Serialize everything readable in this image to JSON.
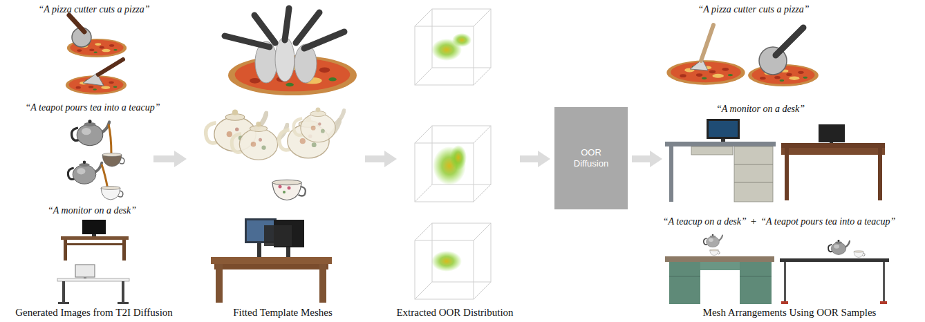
{
  "diagram": {
    "nodes": [
      {
        "text": [
          "OOR Diffusion"
        ]
      }
    ],
    "labels": [
      "“A pizza cutter cuts a pizza”",
      "“A teapot pours tea into a teacup”",
      "“A monitor on a desk”",
      "Generated Images from T2I Diffusion",
      "Fitted Template Meshes",
      "Extracted OOR Distribution",
      "“A pizza cutter cuts a pizza”",
      "“A monitor on a desk”",
      "“A teacup on a desk”",
      "+",
      "“A teapot pours tea into a teacup”",
      "Mesh Arrangements Using OOR Samples"
    ]
  }
}
